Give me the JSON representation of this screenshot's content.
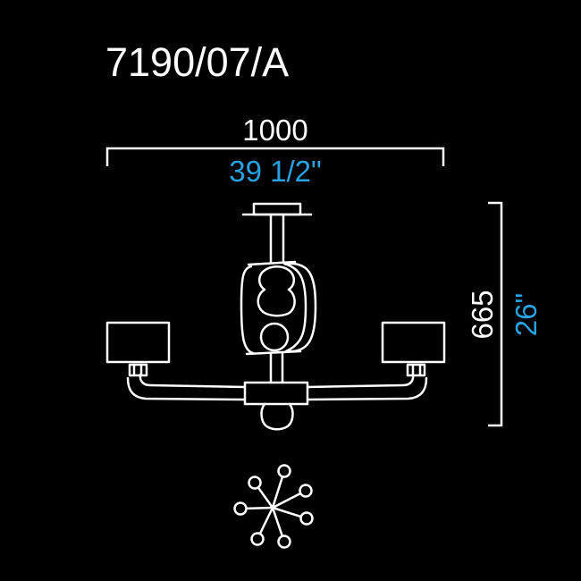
{
  "title": "7190/07/A",
  "width": {
    "mm": "1000",
    "inches": "39 1/2\""
  },
  "height": {
    "mm": "665",
    "inches": "26\""
  },
  "colors": {
    "background": "#000000",
    "line": "#ffffff",
    "inches": "#29a3e0"
  },
  "top_view_arms": 7
}
